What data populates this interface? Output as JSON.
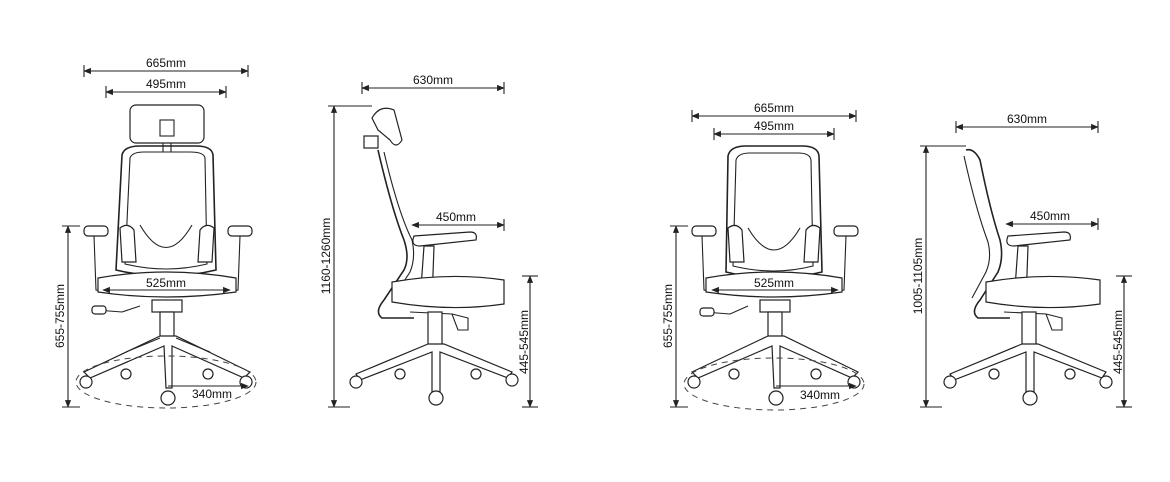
{
  "views": {
    "highback_front": {
      "overall_width": "665mm",
      "back_width": "495mm",
      "seat_width": "525mm",
      "arm_height": "655-755mm",
      "base_radius": "340mm"
    },
    "highback_side": {
      "depth": "630mm",
      "total_height": "1160-1260mm",
      "seat_depth": "450mm",
      "seat_height": "445-545mm"
    },
    "midback_front": {
      "overall_width": "665mm",
      "back_width": "495mm",
      "seat_width": "525mm",
      "arm_height": "655-755mm",
      "base_radius": "340mm"
    },
    "midback_side": {
      "depth": "630mm",
      "total_height": "1005-1105mm",
      "seat_depth": "450mm",
      "seat_height": "445-545mm"
    }
  }
}
